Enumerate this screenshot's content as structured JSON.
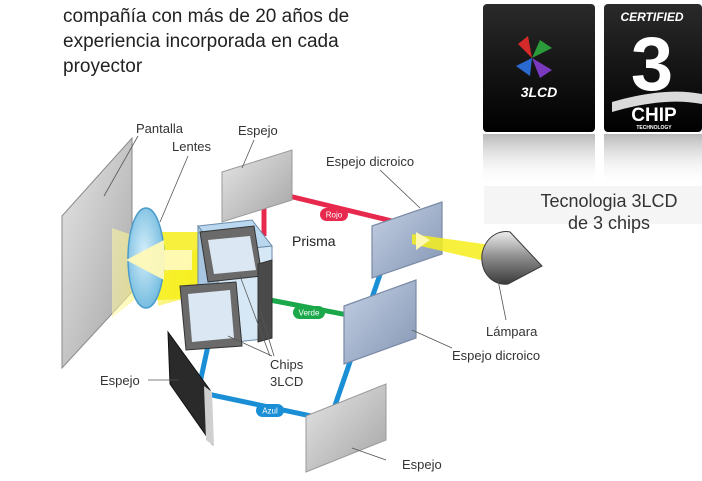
{
  "intro": {
    "line1": "compañía con más de 20 años de",
    "line2": "experiencia incorporada en cada",
    "line3": "proyector"
  },
  "logos": {
    "threelcd_mark": "3LCD",
    "certified": "CERTIFIED",
    "digit": "3",
    "chip": "CHIP",
    "technology": "TECHNOLOGY"
  },
  "caption": {
    "line1": "Tecnologia 3LCD",
    "line2": "de 3 chips"
  },
  "labels": {
    "pantalla": "Pantalla",
    "lentes": "Lentes",
    "espejo_top": "Espejo",
    "espejo_dicroico_top": "Espejo dicroico",
    "prisma": "Prisma",
    "chips_line1": "Chips",
    "chips_line2": "3LCD",
    "lampara": "Lámpara",
    "espejo_dicroico_mid": "Espejo dicroico",
    "espejo_left": "Espejo",
    "espejo_bottom": "Espejo"
  },
  "beams": {
    "rojo": "Rojo",
    "verde": "Verde",
    "azul": "Azul"
  },
  "colors": {
    "red_beam": "#e8294e",
    "green_beam": "#1ba84a",
    "blue_beam": "#1b8fd6",
    "yellow_light": "#f6ee1c",
    "logo_bg": "#111111"
  }
}
